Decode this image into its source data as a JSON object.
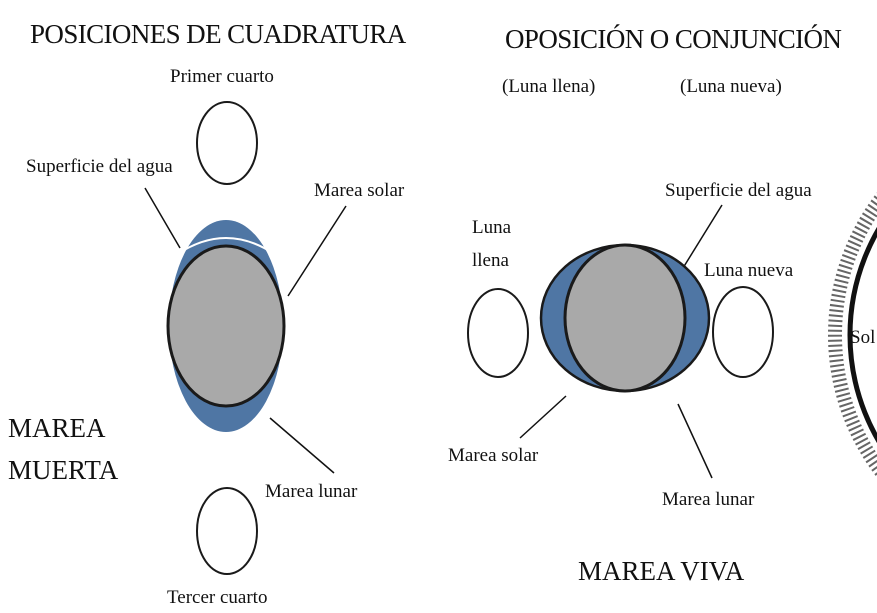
{
  "quadrature": {
    "title": "POSICIONES DE CUADRATURA",
    "first_quarter": "Primer cuarto",
    "third_quarter": "Tercer cuarto",
    "water_surface": "Superficie del agua",
    "solar_tide": "Marea solar",
    "lunar_tide": "Marea lunar",
    "caption_line1": "MAREA",
    "caption_line2": "MUERTA"
  },
  "syzygy": {
    "title": "OPOSICIÓN O CONJUNCIÓN",
    "full_moon_paren": "(Luna llena)",
    "new_moon_paren": "(Luna nueva)",
    "full_moon_line1": "Luna",
    "full_moon_line2": "llena",
    "new_moon": "Luna nueva",
    "water_surface": "Superficie del agua",
    "solar_tide": "Marea solar",
    "lunar_tide": "Marea lunar",
    "sun": "Sol",
    "caption": "MAREA VIVA"
  },
  "colors": {
    "tide": "#4f76a4",
    "earth": "#a9a9a9",
    "outline": "#1a1a1a",
    "background": "#ffffff"
  }
}
